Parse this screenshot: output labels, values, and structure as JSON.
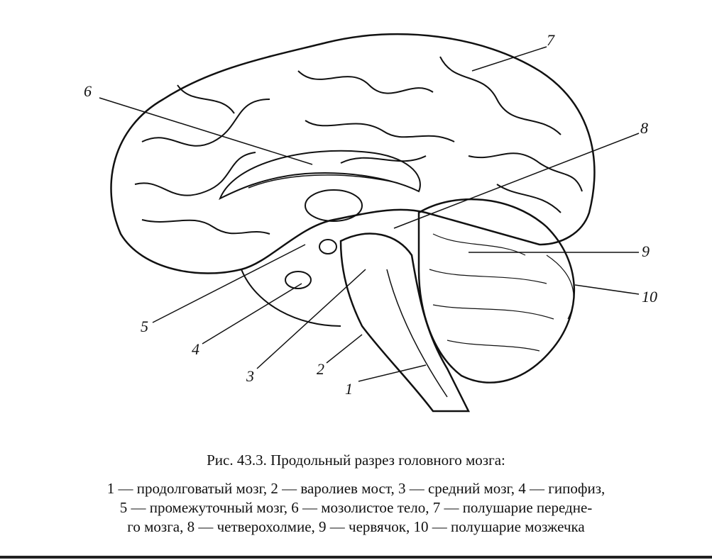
{
  "figure": {
    "labels": [
      "1",
      "2",
      "3",
      "4",
      "5",
      "6",
      "7",
      "8",
      "9",
      "10"
    ],
    "caption_title": "Рис. 43.3. Продольный разрез головного мозга:",
    "legend_lines": [
      "1 — продолговатый мозг, 2 — варолиев мост, 3 — средний мозг, 4 — гипофиз,",
      "5 — промежуточный мозг, 6 — мозолистое тело, 7 — полушарие передне-",
      "го мозга, 8 — четверохолмие, 9 — червячок, 10 — полушарие мозжечка"
    ]
  }
}
